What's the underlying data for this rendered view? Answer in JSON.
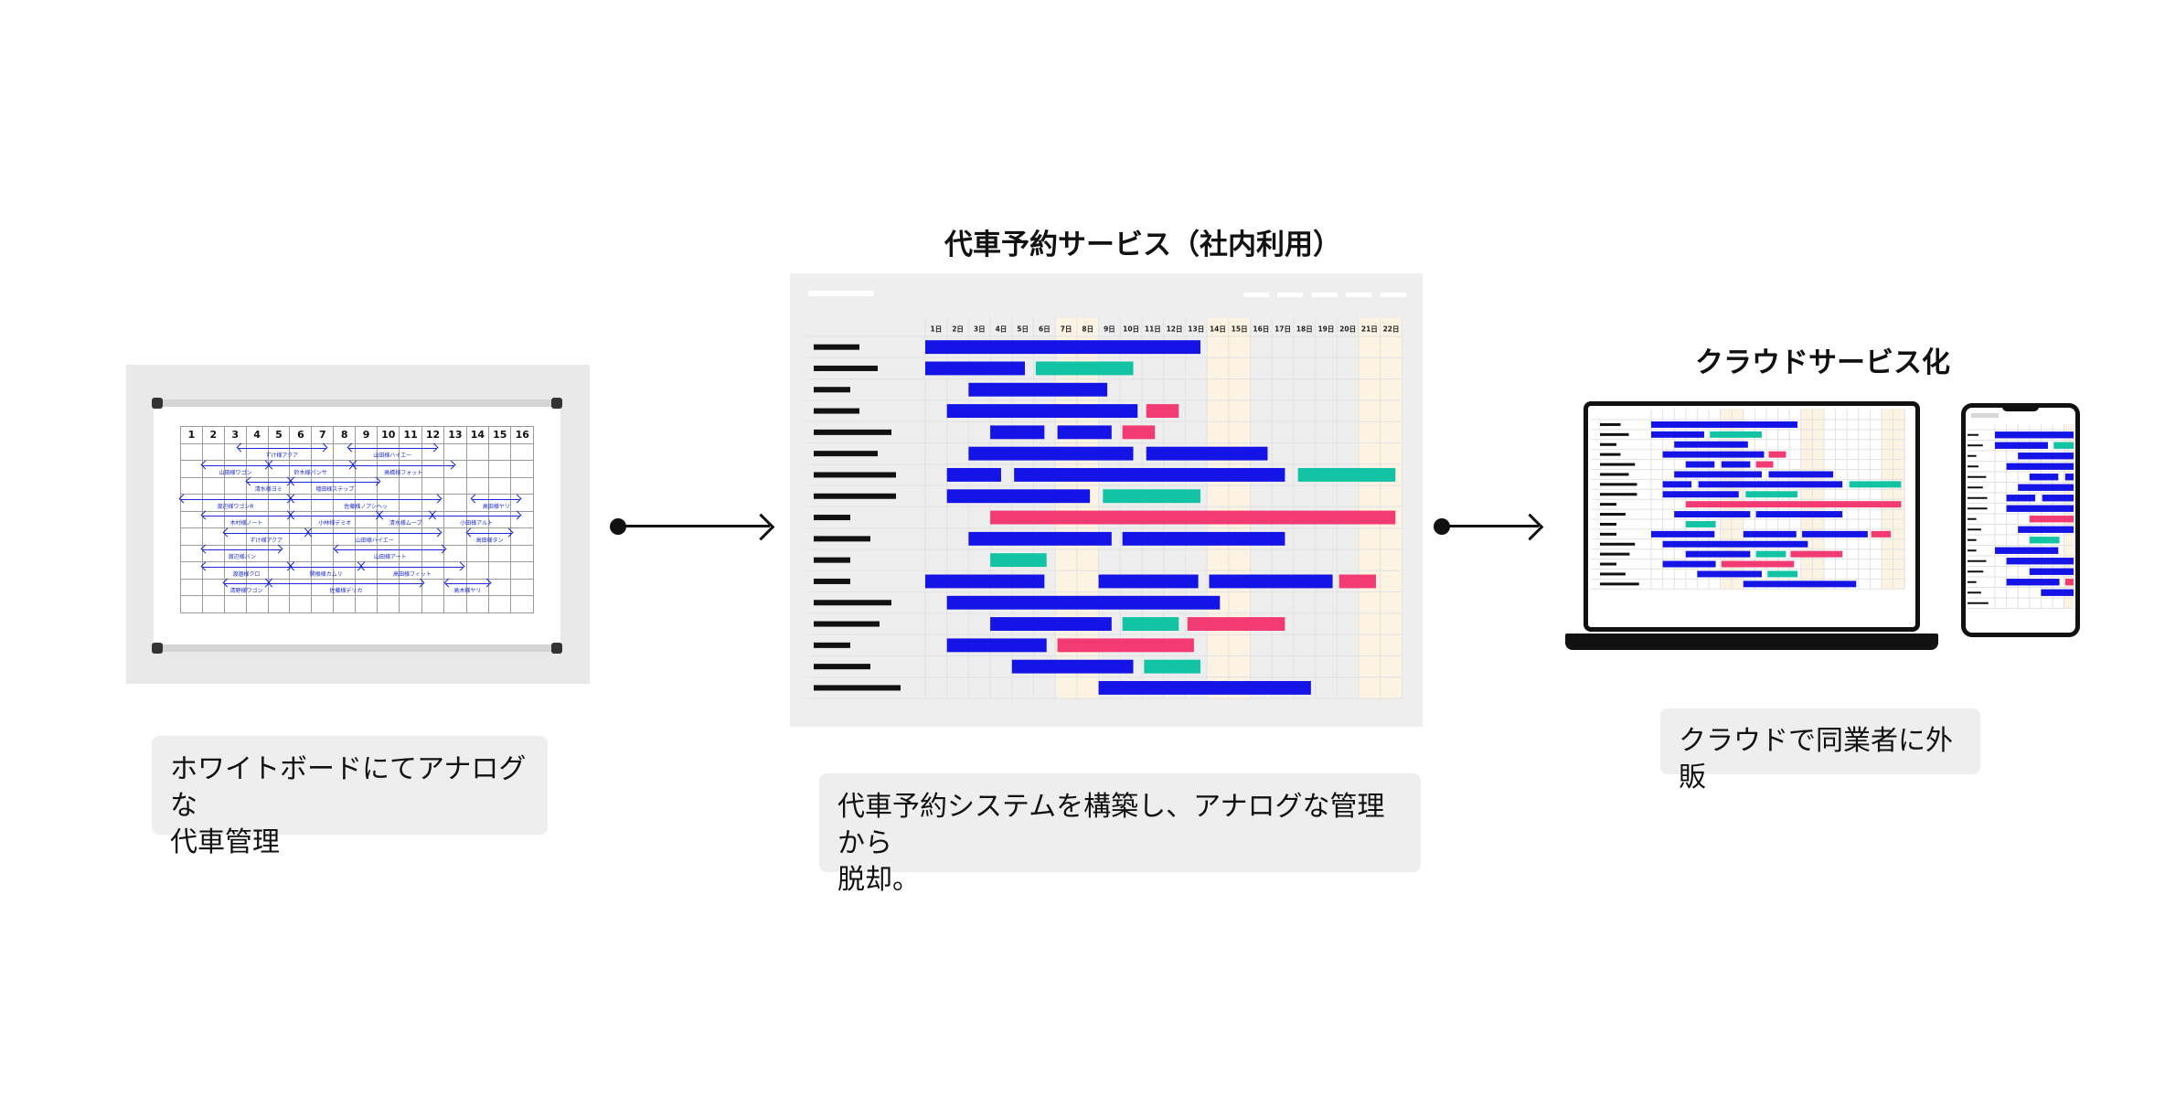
{
  "colors": {
    "bar_blue": "#1414e6",
    "bar_teal": "#12c4a4",
    "bar_pink": "#f23a73",
    "weekend": "#fdf3e3",
    "panel_gray": "#eeeeee"
  },
  "stage1": {
    "caption": "ホワイトボードにてアナログな\n代車管理",
    "board_days": [
      "1",
      "2",
      "3",
      "4",
      "5",
      "6",
      "7",
      "8",
      "9",
      "10",
      "11",
      "12",
      "13",
      "14",
      "15",
      "16"
    ],
    "board_rows": 10,
    "board_notes": [
      {
        "row": 0,
        "start": 2.6,
        "end": 6.6,
        "text": "ずけ様アクア"
      },
      {
        "row": 0,
        "start": 7.6,
        "end": 11.6,
        "text": "山田様ハイエー"
      },
      {
        "row": 1,
        "start": 1.0,
        "end": 4.0,
        "text": "山田様ワゴン"
      },
      {
        "row": 1,
        "start": 4.0,
        "end": 7.8,
        "text": "鈴木様パンサ"
      },
      {
        "row": 1,
        "start": 7.8,
        "end": 12.4,
        "text": "高橋様フォット"
      },
      {
        "row": 2,
        "start": 3.0,
        "end": 5.0,
        "text": "清水様ヨミ"
      },
      {
        "row": 2,
        "start": 5.0,
        "end": 9.0,
        "text": "増田様ステップ"
      },
      {
        "row": 3,
        "start": 0.0,
        "end": 5.0,
        "text": "渡辺様ワゴンR"
      },
      {
        "row": 3,
        "start": 5.0,
        "end": 11.8,
        "text": "佐藤様ノアシヘッ"
      },
      {
        "row": 3,
        "start": 13.2,
        "end": 15.4,
        "text": "高田様ヤリ"
      },
      {
        "row": 4,
        "start": 1.0,
        "end": 5.0,
        "text": "木村様ノート"
      },
      {
        "row": 4,
        "start": 5.0,
        "end": 9.0,
        "text": "小林様デミオ"
      },
      {
        "row": 4,
        "start": 9.0,
        "end": 11.4,
        "text": "清水様ムーブ"
      },
      {
        "row": 4,
        "start": 11.4,
        "end": 15.4,
        "text": "小田様アルト"
      },
      {
        "row": 5,
        "start": 2.0,
        "end": 5.8,
        "text": "ずけ様アクア"
      },
      {
        "row": 5,
        "start": 5.8,
        "end": 11.8,
        "text": "山田様ハイエー"
      },
      {
        "row": 5,
        "start": 13.0,
        "end": 15.0,
        "text": "高田様タン"
      },
      {
        "row": 6,
        "start": 1.0,
        "end": 4.6,
        "text": "渡辺様バン"
      },
      {
        "row": 6,
        "start": 7.0,
        "end": 12.0,
        "text": "山田様アート"
      },
      {
        "row": 7,
        "start": 1.0,
        "end": 5.0,
        "text": "渡邉様クロ"
      },
      {
        "row": 7,
        "start": 5.0,
        "end": 8.2,
        "text": "関根様カムリ"
      },
      {
        "row": 7,
        "start": 8.2,
        "end": 12.8,
        "text": "高田様フィット"
      },
      {
        "row": 8,
        "start": 2.0,
        "end": 4.0,
        "text": "清野様ワゴン"
      },
      {
        "row": 8,
        "start": 4.0,
        "end": 11.0,
        "text": "佐藤様デリカ"
      },
      {
        "row": 8,
        "start": 12.0,
        "end": 14.0,
        "text": "高木様ヤリ"
      }
    ]
  },
  "stage2": {
    "title": "代車予約サービス（社内利用）",
    "caption": "代車予約システムを構築し、アナログな管理から\n脱却。",
    "days": [
      "1",
      "2",
      "3",
      "4",
      "5",
      "6",
      "7",
      "8",
      "9",
      "10",
      "11",
      "12",
      "13",
      "14",
      "15",
      "16",
      "17",
      "18",
      "19",
      "20",
      "21",
      "22"
    ],
    "day_suffix": "日",
    "weekend_days": [
      7,
      8,
      14,
      15,
      21,
      22
    ],
    "rows": [
      {
        "label_w": 50,
        "bars": [
          {
            "s": 0,
            "e": 12.7,
            "c": "blue"
          }
        ]
      },
      {
        "label_w": 70,
        "bars": [
          {
            "s": 0,
            "e": 4.6,
            "c": "blue"
          },
          {
            "s": 5.1,
            "e": 9.6,
            "c": "teal"
          }
        ]
      },
      {
        "label_w": 40,
        "bars": [
          {
            "s": 2.0,
            "e": 8.4,
            "c": "blue"
          }
        ]
      },
      {
        "label_w": 50,
        "bars": [
          {
            "s": 1.0,
            "e": 9.8,
            "c": "blue"
          },
          {
            "s": 10.2,
            "e": 11.7,
            "c": "pink"
          }
        ]
      },
      {
        "label_w": 85,
        "bars": [
          {
            "s": 3.0,
            "e": 5.5,
            "c": "blue"
          },
          {
            "s": 6.1,
            "e": 8.6,
            "c": "blue"
          },
          {
            "s": 9.1,
            "e": 10.6,
            "c": "pink"
          }
        ]
      },
      {
        "label_w": 70,
        "bars": [
          {
            "s": 2.0,
            "e": 9.6,
            "c": "blue"
          },
          {
            "s": 10.2,
            "e": 15.8,
            "c": "blue"
          }
        ]
      },
      {
        "label_w": 90,
        "bars": [
          {
            "s": 1.0,
            "e": 3.5,
            "c": "blue"
          },
          {
            "s": 4.1,
            "e": 16.6,
            "c": "blue"
          },
          {
            "s": 17.2,
            "e": 21.7,
            "c": "teal"
          }
        ]
      },
      {
        "label_w": 90,
        "bars": [
          {
            "s": 1.0,
            "e": 7.6,
            "c": "blue"
          },
          {
            "s": 8.2,
            "e": 12.7,
            "c": "teal"
          }
        ]
      },
      {
        "label_w": 40,
        "bars": [
          {
            "s": 3.0,
            "e": 21.7,
            "c": "pink"
          }
        ]
      },
      {
        "label_w": 62,
        "bars": [
          {
            "s": 2.0,
            "e": 8.6,
            "c": "blue"
          },
          {
            "s": 9.1,
            "e": 16.6,
            "c": "blue"
          }
        ]
      },
      {
        "label_w": 40,
        "bars": [
          {
            "s": 3.0,
            "e": 5.6,
            "c": "teal"
          }
        ]
      },
      {
        "label_w": 40,
        "bars": [
          {
            "s": 0,
            "e": 5.5,
            "c": "blue"
          },
          {
            "s": 8.0,
            "e": 12.6,
            "c": "blue"
          },
          {
            "s": 13.1,
            "e": 18.8,
            "c": "blue"
          },
          {
            "s": 19.1,
            "e": 20.8,
            "c": "pink"
          }
        ]
      },
      {
        "label_w": 85,
        "bars": [
          {
            "s": 1.0,
            "e": 13.6,
            "c": "blue"
          }
        ]
      },
      {
        "label_w": 72,
        "bars": [
          {
            "s": 3.0,
            "e": 8.6,
            "c": "blue"
          },
          {
            "s": 9.1,
            "e": 11.7,
            "c": "teal"
          },
          {
            "s": 12.1,
            "e": 16.6,
            "c": "pink"
          }
        ]
      },
      {
        "label_w": 40,
        "bars": [
          {
            "s": 1.0,
            "e": 5.6,
            "c": "blue"
          },
          {
            "s": 6.1,
            "e": 12.4,
            "c": "pink"
          }
        ]
      },
      {
        "label_w": 62,
        "bars": [
          {
            "s": 4.0,
            "e": 9.6,
            "c": "blue"
          },
          {
            "s": 10.1,
            "e": 12.7,
            "c": "teal"
          }
        ]
      },
      {
        "label_w": 95,
        "bars": [
          {
            "s": 8.0,
            "e": 17.8,
            "c": "blue"
          }
        ]
      }
    ]
  },
  "stage3": {
    "title": "クラウドサービス化",
    "caption": "クラウドで同業者に外販"
  }
}
